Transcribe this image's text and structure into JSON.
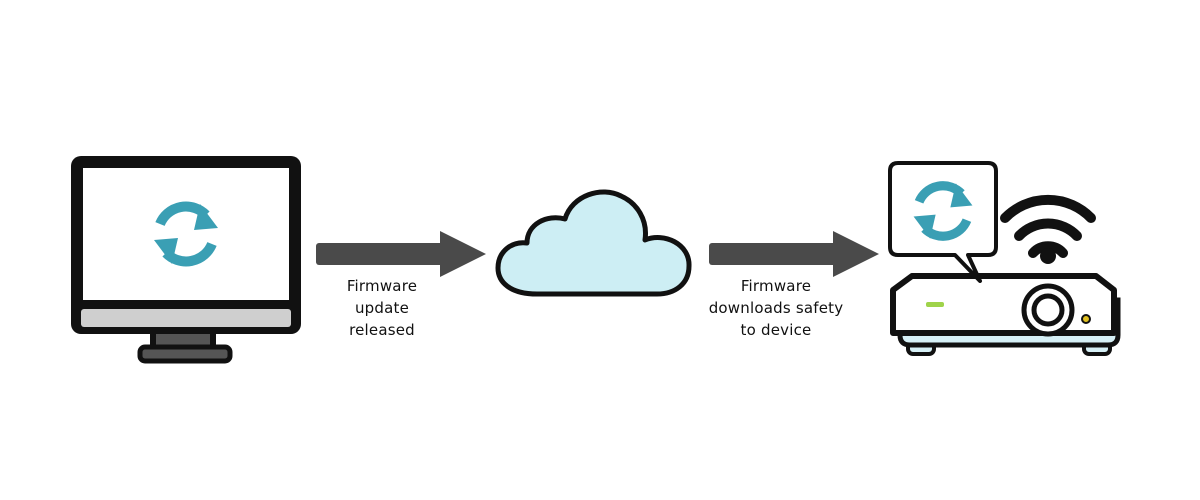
{
  "colors": {
    "outline": "#111111",
    "screen": "#ffffff",
    "monitor_chin": "#cfcfcf",
    "sync_icon": "#3a9fb4",
    "cloud_fill": "#cdeef4",
    "arrow": "#4a4a4a",
    "device_base": "#d6f0f6",
    "status_light": "#9fd34a",
    "indicator_light": "#e0c020"
  },
  "icons": {
    "computer": "monitor-icon",
    "sync": "sync-icon",
    "cloud": "cloud-icon",
    "device": "projector-icon",
    "wifi": "wifi-icon"
  },
  "steps": [
    {
      "caption_lines": [
        "Firmware",
        "update",
        "released"
      ]
    },
    {
      "caption_lines": [
        "Firmware",
        "downloads safety",
        "to device"
      ]
    }
  ]
}
